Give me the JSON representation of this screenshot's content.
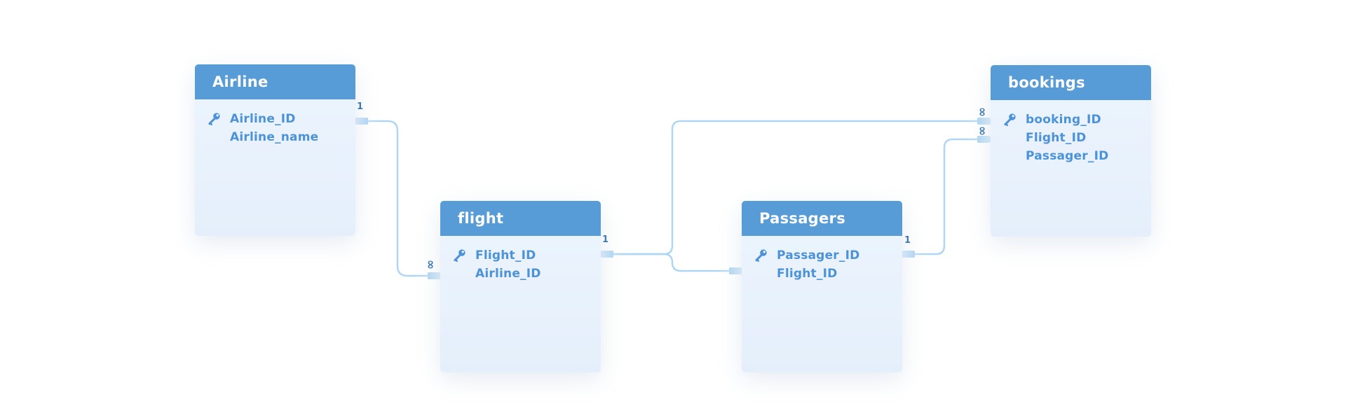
{
  "diagram": {
    "tables": [
      {
        "name": "Airline",
        "fields": [
          {
            "name": "Airline_ID",
            "primary_key": true
          },
          {
            "name": "Airline_name",
            "primary_key": false
          }
        ]
      },
      {
        "name": "flight",
        "fields": [
          {
            "name": "Flight_ID",
            "primary_key": true
          },
          {
            "name": "Airline_ID",
            "primary_key": false
          }
        ]
      },
      {
        "name": "Passagers",
        "fields": [
          {
            "name": "Passager_ID",
            "primary_key": true
          },
          {
            "name": "Flight_ID",
            "primary_key": false
          }
        ]
      },
      {
        "name": "bookings",
        "fields": [
          {
            "name": "booking_ID",
            "primary_key": true
          },
          {
            "name": "Flight_ID",
            "primary_key": false
          },
          {
            "name": "Passager_ID",
            "primary_key": false
          }
        ]
      }
    ],
    "relationships": [
      {
        "from_table": "Airline",
        "to_table": "flight",
        "from_label": "1",
        "to_label": "∞"
      },
      {
        "from_table": "flight",
        "to_table": "bookings",
        "from_label": "1",
        "to_label": "∞"
      },
      {
        "from_table": "flight",
        "to_table": "Passagers",
        "from_label": "1",
        "to_label": ""
      },
      {
        "from_table": "Passagers",
        "to_table": "bookings",
        "from_label": "1",
        "to_label": "∞"
      }
    ],
    "colors": {
      "table_header": "#579bd7",
      "table_body": "#e8f2fc",
      "field_text": "#4b92d8",
      "relationship_line": "#afd6f4",
      "connector_square": "#a0cdf0",
      "cardinality_label": "#3e79b4",
      "background": "#ffffff"
    }
  }
}
